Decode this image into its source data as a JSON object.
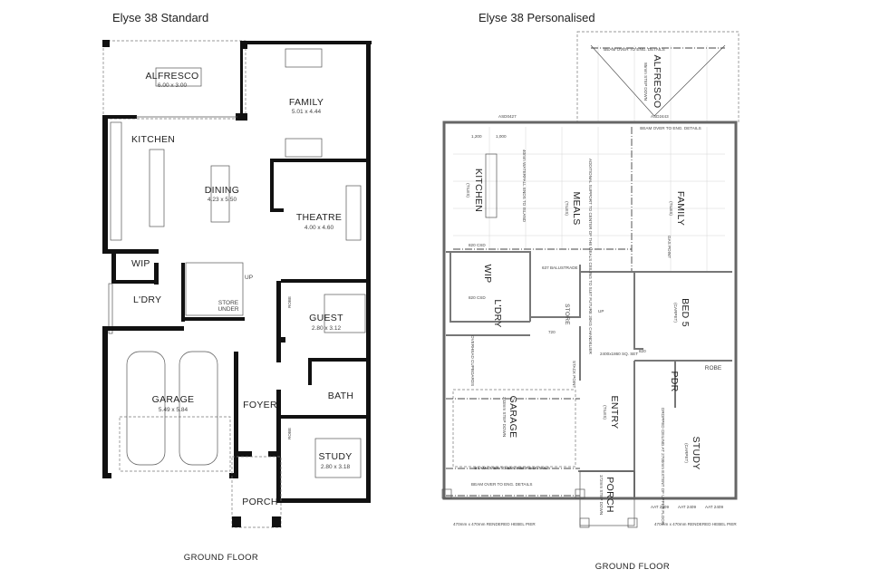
{
  "standard": {
    "title": "Elyse 38 Standard",
    "floor_label": "GROUND FLOOR",
    "rooms": {
      "alfresco": {
        "name": "ALFRESCO",
        "dims": "6.00 x 3.00"
      },
      "family": {
        "name": "FAMILY",
        "dims": "5.01 x 4.44"
      },
      "kitchen": {
        "name": "KITCHEN"
      },
      "dining": {
        "name": "DINING",
        "dims": "4.23 x 5.50"
      },
      "theatre": {
        "name": "THEATRE",
        "dims": "4.00 x 4.60"
      },
      "wip": {
        "name": "WIP"
      },
      "laundry": {
        "name": "L'DRY"
      },
      "store": {
        "name": "STORE",
        "name2": "UNDER"
      },
      "stair_up": "UP",
      "guest": {
        "name": "GUEST",
        "dims": "2.80 x 3.12"
      },
      "bath": {
        "name": "BATH"
      },
      "garage": {
        "name": "GARAGE",
        "dims": "5.49 x 5.84"
      },
      "foyer": {
        "name": "FOYER"
      },
      "study": {
        "name": "STUDY",
        "dims": "2.80 x 3.18"
      },
      "porch": {
        "name": "PORCH"
      },
      "robe": "ROBE"
    }
  },
  "personalised": {
    "title": "Elyse 38 Personalised",
    "floor_label": "GROUND FLOOR",
    "rooms": {
      "alfresco": {
        "name": "ALFRESCO",
        "sub": "85mm STEP DOWN"
      },
      "kitchen": {
        "name": "KITCHEN",
        "sub": "(TILES)"
      },
      "meals": {
        "name": "MEALS",
        "sub": "(TILES)"
      },
      "family": {
        "name": "FAMILY",
        "sub": "(TILES)"
      },
      "wip": {
        "name": "WIP"
      },
      "laundry": {
        "name": "L'DRY"
      },
      "store": {
        "name": "STORE"
      },
      "bed5": {
        "name": "BED 5",
        "sub": "(CARPET)"
      },
      "garage": {
        "name": "GARAGE",
        "sub": "343mm STEP DOWN"
      },
      "entry": {
        "name": "ENTRY",
        "sub": "(TILES)"
      },
      "pdr": {
        "name": "PDR"
      },
      "robe": {
        "name": "ROBE"
      },
      "study": {
        "name": "STUDY",
        "sub": "(CARPET)"
      },
      "porch": {
        "name": "PORCH",
        "sub": "172mm STEP DOWN"
      }
    },
    "notes": {
      "beam_top": "BEAM OVER TO ENG. DETAILS",
      "beam_family": "BEAM OVER TO ENG. DETAILS",
      "beam_garage": "BEAM OVER TO ENGINEERS DETAILS",
      "beam_porch": "BEAM OVER TO ENG. DETAILS",
      "pier_left": "470mm x 470mm RENDERED HEBEL PIER",
      "pier_right": "470mm x 470mm RENDERED HEBEL PIER",
      "window_1": "ASD0427",
      "window_2": "ASD2443",
      "dim_1": "1,200",
      "dim_2": "1,000",
      "chandelier": "ADDITIONAL SUPPORT TO CENTER OF THE MEALS CEILING TO SUIT FUTURE 20KG CHANDELIER",
      "waterfall": "40mm WATERFALL ENDS TO ISLAND",
      "gas_point": "GAS POINT",
      "csd_1": "820 CSD",
      "csd_2": "820 CSD",
      "sq_set": "2400x1860 SQ. SET",
      "stack_point": "STACK POINT",
      "overhead": "OVERHEAD CUPBOARDS",
      "aat": [
        "AAT 2409",
        "AAT 2409",
        "AAT 2409"
      ],
      "door_820": "820",
      "door_720": "720",
      "balustrade": "637 BALUSTRADE",
      "up": "UP",
      "dropped_ceiling": "DROPPED CEILING AT 2700mm EXTENT OF UPPER FLOOR"
    }
  }
}
